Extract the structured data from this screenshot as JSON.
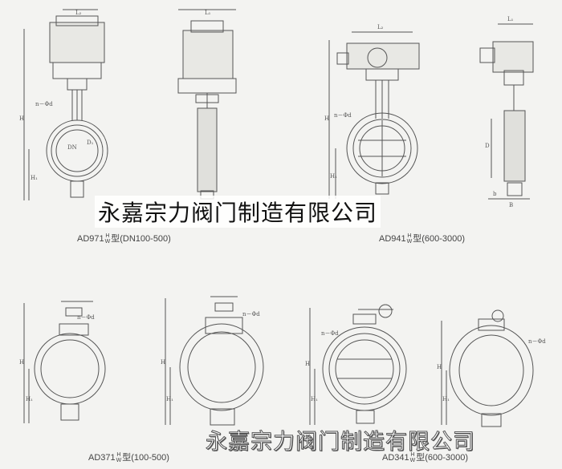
{
  "captions": {
    "c1": {
      "prefix": "AD971",
      "sup": "H",
      "sub": "W",
      "suffix": "型(DN100-500)"
    },
    "c2": {
      "prefix": "AD941",
      "sup": "H",
      "sub": "W",
      "suffix": "型(600-3000)"
    },
    "c3": {
      "prefix": "AD371",
      "sup": "H",
      "sub": "W",
      "suffix": "型(100-500)"
    },
    "c4": {
      "prefix": "AD341",
      "sup": "H",
      "sub": "W",
      "suffix": "型(600-3000)"
    }
  },
  "watermarks": {
    "top": "永嘉宗力阀门制造有限公司",
    "bottom": "永嘉宗力阀门制造有限公司"
  },
  "dims": {
    "L": "L",
    "L1": "L₁",
    "L2": "L₂",
    "H": "H",
    "H1": "H₁",
    "D": "D",
    "D1": "D₁",
    "DN": "DN",
    "B": "B",
    "b": "b",
    "nphi": "n－Φd"
  }
}
